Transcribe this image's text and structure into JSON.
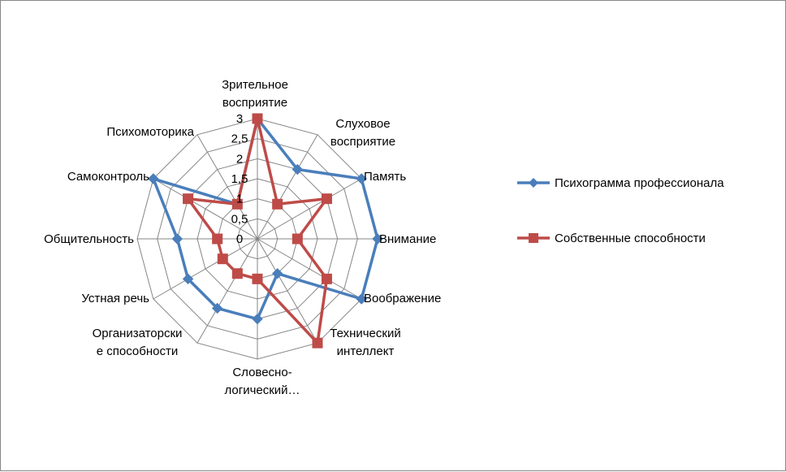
{
  "chart_data": {
    "type": "radar",
    "categories": [
      [
        "Зрительное",
        "восприятие"
      ],
      [
        "Слуховое",
        "восприятие"
      ],
      [
        "Память"
      ],
      [
        "Внимание"
      ],
      [
        "Воображение"
      ],
      [
        "Технический",
        "интеллект"
      ],
      [
        "Словесно-",
        "логический…"
      ],
      [
        "Организаторски",
        "е способности"
      ],
      [
        "Устная речь"
      ],
      [
        "Общительность"
      ],
      [
        "Самоконтроль"
      ],
      [
        "Психомоторика"
      ]
    ],
    "r_ticks": [
      "0",
      "0,5",
      "1",
      "1,5",
      "2",
      "2,5",
      "3"
    ],
    "r_tick_values": [
      0,
      0.5,
      1,
      1.5,
      2,
      2.5,
      3
    ],
    "rlim": [
      0,
      3
    ],
    "grid": true,
    "legend_position": "right",
    "series": [
      {
        "name": "Психограмма профессионала",
        "color": "#4A7EBB",
        "marker": "diamond",
        "values": [
          3,
          2,
          3,
          3,
          3,
          1,
          2,
          2,
          2,
          2,
          3,
          1
        ]
      },
      {
        "name": "Собственные способности",
        "color": "#BE4B48",
        "marker": "square",
        "values": [
          3,
          1,
          2,
          1,
          2,
          3,
          1,
          1,
          1,
          1,
          2,
          1
        ]
      }
    ]
  }
}
